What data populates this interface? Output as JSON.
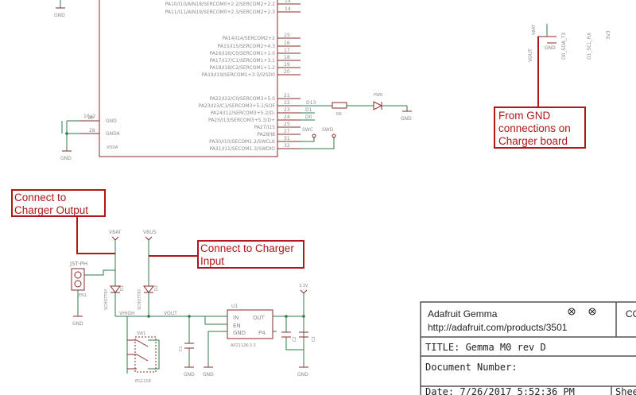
{
  "mcu": {
    "pins_top": [
      {
        "label": "PA10/I10/AIN18/SERCOM0+2.2/SERCOM2+2.2",
        "num": "14"
      },
      {
        "label": "PA11/I11/AIN19/SERCOM0+2.3/SERCOM2+2.3",
        "num": "14"
      }
    ],
    "pins_mid": [
      {
        "label": "PA14/I14/SERCOM2+2",
        "num": "15"
      },
      {
        "label": "PA15/I15/SERCOM2+4.3",
        "num": "16"
      },
      {
        "label": "PA16/I16/C0/SERCOM1+1.0",
        "num": "17"
      },
      {
        "label": "PA17/I17/C1/SERCOM1+3.1",
        "num": "18"
      },
      {
        "label": "PA18/I18/C2/SERCOM1+1.2",
        "num": "19"
      },
      {
        "label": "PA19/I19/SERCOM1+3.3/I2SD0",
        "num": "20"
      }
    ],
    "pins_low": [
      {
        "label": "PA22/I22/C0/SERCOM3+5.0",
        "num": "21"
      },
      {
        "label": "PA23/I23/C1/SERCOM3+5.1/SOF",
        "num": "22"
      },
      {
        "label": "PA24/I12/SERCOM3+5.2/D-",
        "num": "23"
      },
      {
        "label": "PA25/I13/SERCOM3+5.3/D+",
        "num": "24"
      },
      {
        "label": "PA27/I15",
        "num": "25"
      },
      {
        "label": "PA28/I8",
        "num": "27"
      },
      {
        "label": "PA30/I10/SECOM1.2/SWCLK",
        "num": "31"
      },
      {
        "label": "PA31/I11/SECOM1.3/SWDIO",
        "num": "32"
      }
    ],
    "gnd_pin": "GND",
    "gnda_pin": "GNDA",
    "gnd_pin_num": "10",
    "gnda_pin_num": "28",
    "vdda_label": "VDDA",
    "cap_label": "10µ2"
  },
  "nets": {
    "d13": "D13",
    "d1": "D1",
    "d0": "D0",
    "swc": "SWC",
    "swd": "SWD",
    "r6": "R6",
    "pwr": "PWR",
    "gnd": "GND",
    "vbat": "VBAT",
    "vbus": "VBUS",
    "vhigh": "VHIGH",
    "vout": "VOUT",
    "v33": "3.3V",
    "jst": "JST-PH",
    "en": "EN1",
    "d1_part": "D1",
    "d2_part": "D2",
    "schottky": "SCHOTTKY",
    "sw": "SW1",
    "sw_part": "EG1218",
    "u1": "U1",
    "ldo_in": "IN",
    "ldo_out": "OUT",
    "ldo_en": "EN",
    "ldo_gnd": "GND",
    "ldo_p4": "P4",
    "ldo_part": "AP2112K-3.3",
    "c1": "C1",
    "c2": "C2",
    "c3": "C3",
    "charger_pins": [
      "VOUT",
      "VBAT",
      "GND",
      "D0_SDA_TX",
      "D1_SCL_RX",
      "3V3"
    ]
  },
  "annotations": {
    "gnd_note_lines": [
      "From GND",
      "connections on",
      "Charger board"
    ],
    "charger_output_lines": [
      "Connect to",
      "Charger Output"
    ],
    "charger_input_lines": [
      "Connect to Charger",
      "Input"
    ]
  },
  "title_block": {
    "company": "Adafruit Gemma",
    "url": "http://adafruit.com/products/3501",
    "title": "TITLE:  Gemma M0 rev D",
    "doc_number": "Document Number:",
    "date": "Date: 7/26/2017 5:52:36 PM",
    "corner_top": "CC",
    "corner_bottom": "Shee"
  }
}
